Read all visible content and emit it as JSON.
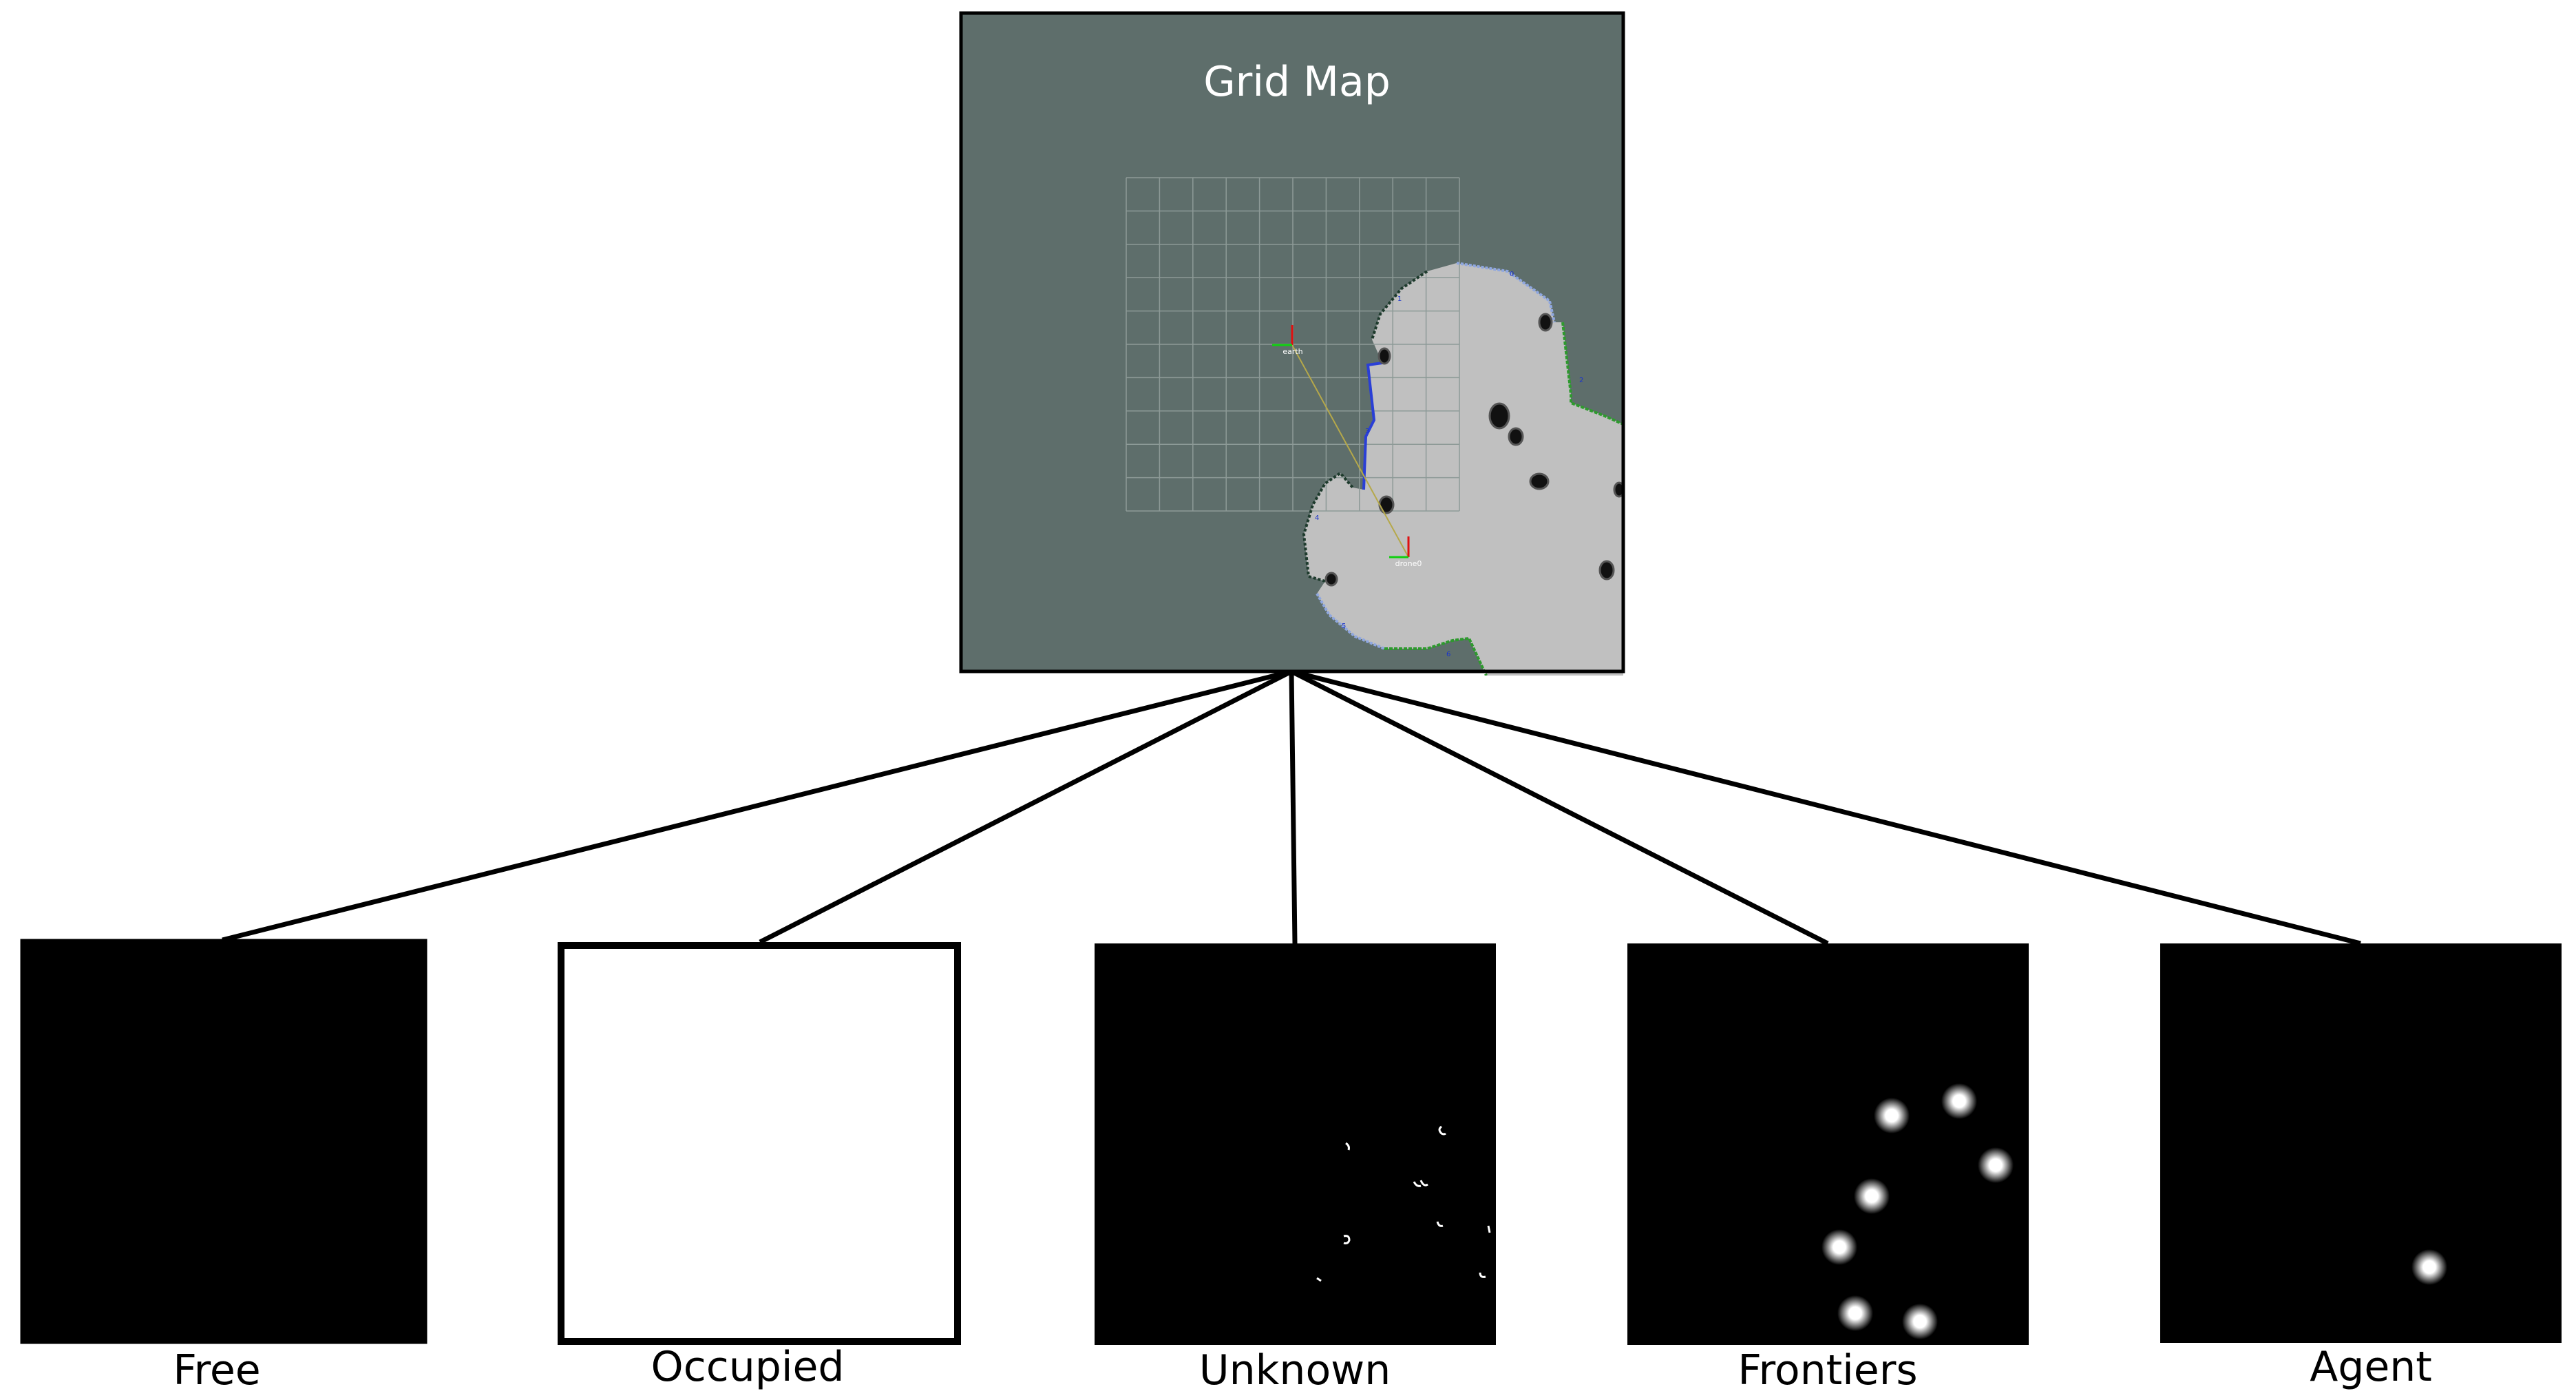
{
  "grid_map": {
    "title": "Grid Map",
    "frames": {
      "earth": "earth",
      "drone": "drone0"
    },
    "frontier_ids": [
      "0",
      "1",
      "2",
      "3",
      "4",
      "5",
      "6"
    ],
    "colors": {
      "background": "#5e6e6b",
      "free": "#c0c0c0",
      "grid": "#8d9a97",
      "frontier_blue": "#2a3fd6",
      "frontier_light": "#8fa7e0",
      "frontier_green": "#2e9a2e",
      "obstacle": "#111111",
      "path": "#b5a84a"
    }
  },
  "channels": [
    {
      "label": "Free"
    },
    {
      "label": "Occupied"
    },
    {
      "label": "Unknown"
    },
    {
      "label": "Frontiers"
    },
    {
      "label": "Agent"
    }
  ]
}
